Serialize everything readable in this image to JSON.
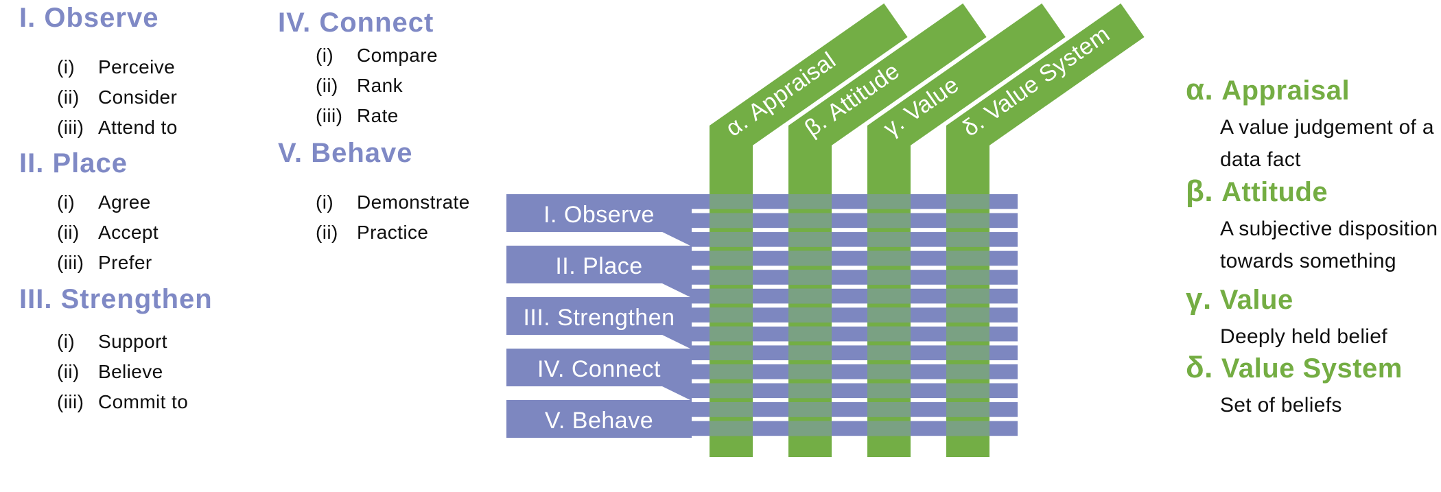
{
  "palette": {
    "purple": "#7d87c0",
    "purple_heading": "#7f89c5",
    "green": "#73ae45",
    "green_heading": "#74ad43",
    "overlap": "#7aa183",
    "label_white": "#ffffff",
    "item_text": "#0f0f0f"
  },
  "outline": {
    "sections": [
      {
        "heading": "I. Observe",
        "items": [
          [
            "(i)",
            "Perceive"
          ],
          [
            "(ii)",
            "Consider"
          ],
          [
            "(iii)",
            "Attend to"
          ]
        ]
      },
      {
        "heading": "II. Place",
        "items": [
          [
            "(i)",
            "Agree"
          ],
          [
            "(ii)",
            "Accept"
          ],
          [
            "(iii)",
            "Prefer"
          ]
        ]
      },
      {
        "heading": "III. Strengthen",
        "items": [
          [
            "(i)",
            "Support"
          ],
          [
            "(ii)",
            "Believe"
          ],
          [
            "(iii)",
            "Commit to"
          ]
        ]
      },
      {
        "heading": "IV. Connect",
        "items": [
          [
            "(i)",
            "Compare"
          ],
          [
            "(ii)",
            "Rank"
          ],
          [
            "(iii)",
            "Rate"
          ]
        ]
      },
      {
        "heading": "V. Behave",
        "items": [
          [
            "(i)",
            "Demonstrate"
          ],
          [
            "(ii)",
            "Practice"
          ]
        ]
      }
    ]
  },
  "matrix": {
    "rows": [
      "I. Observe",
      "II. Place",
      "III. Strengthen",
      "IV. Connect",
      "V. Behave"
    ],
    "columns": [
      "α. Appraisal",
      "β. Attitude",
      "γ. Value",
      "δ. Value System"
    ]
  },
  "legend": {
    "entries": [
      {
        "symbol": "α.",
        "term": "Appraisal",
        "definition": "A value judgement of a data fact"
      },
      {
        "symbol": "β.",
        "term": "Attitude",
        "definition": "A subjective disposition towards something"
      },
      {
        "symbol": "γ.",
        "term": "Value",
        "definition": "Deeply held belief"
      },
      {
        "symbol": "δ.",
        "term": "Value System",
        "definition": "Set of beliefs"
      }
    ]
  }
}
